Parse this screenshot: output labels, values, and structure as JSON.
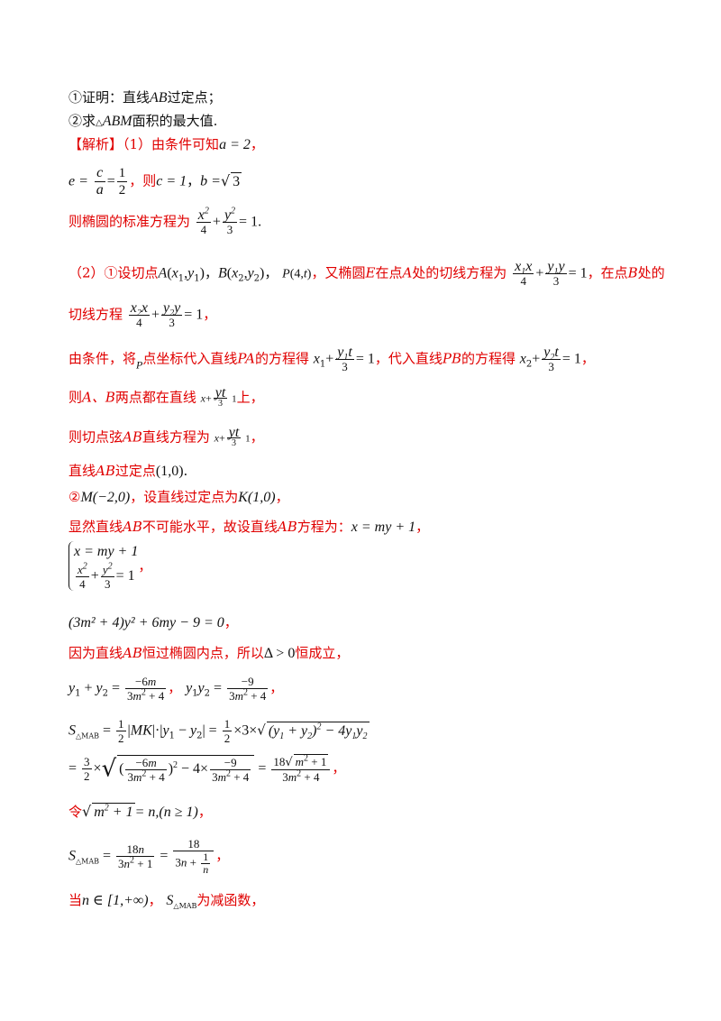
{
  "q1": "①证明：直线",
  "q1_var": "AB",
  "q1_tail": "过定点；",
  "q2": "②求",
  "q2_tri": "△",
  "q2_var": "ABM",
  "q2_tail": "面积的最大值.",
  "sol_tag": "【解析】",
  "sol_p1": "（1）由条件可知",
  "sol_a": "a = 2",
  "comma": "，",
  "then": "，则",
  "eq_e": "e =",
  "c_val": "c = 1",
  "b_val": "b =",
  "std_eq_text": "则椭圆的标准方程为",
  "part2_intro": "（2）①设切点",
  "tangent_text": "，又椭圆",
  "E": "E",
  "at_point": "在点",
  "A": "A",
  "tangent_eq_text": "处的切线方程为",
  "at_B": "，在点",
  "B": "B",
  "at_tail": "处的",
  "tangent_line_text": "切线方程",
  "cond_text": "由条件，将",
  "P": "P",
  "sub_PA": "点坐标代入直线",
  "PA": "PA",
  "sub_PA_tail": "的方程得",
  "sub_PB": "，代入直线",
  "PB": "PB",
  "sub_PB_tail": "的方程得",
  "both_text": "则",
  "AB_comma": "A、B",
  "both_tail": "两点都在直线",
  "on_text": "上，",
  "chord_text": "则切点弦",
  "chord_AB": "AB",
  "chord_tail": "直线方程为",
  "fixed_text": "直线",
  "fixed_AB": "AB",
  "fixed_tail": "过定点",
  "fixed_pt": "(1,0)",
  "part2b": "②",
  "M_pt": "M(−2,0)",
  "K_text": "，设直线过定点为",
  "K_pt": "K(1,0)",
  "horiz_text": "显然直线",
  "horiz_AB": "AB",
  "horiz_mid": "不可能水平，故设直线",
  "horiz_AB2": "AB",
  "horiz_tail": "方程为：",
  "line_eq": "x = my + 1",
  "sys_eq1": "x = my + 1",
  "quad_eq": "(3m² + 4)y² + 6my − 9 = 0",
  "inside_text": "因为直线",
  "inside_AB": "AB",
  "inside_mid": "恒过椭圆内点，所以",
  "inside_cond": "Δ > 0",
  "inside_tail": "恒成立，",
  "let_text": "令",
  "let_tail": "= n,(n ≥ 1)",
  "when_text": "当",
  "when_range": "n ∈ [1,+∞)",
  "when_tail": "为减函数，"
}
